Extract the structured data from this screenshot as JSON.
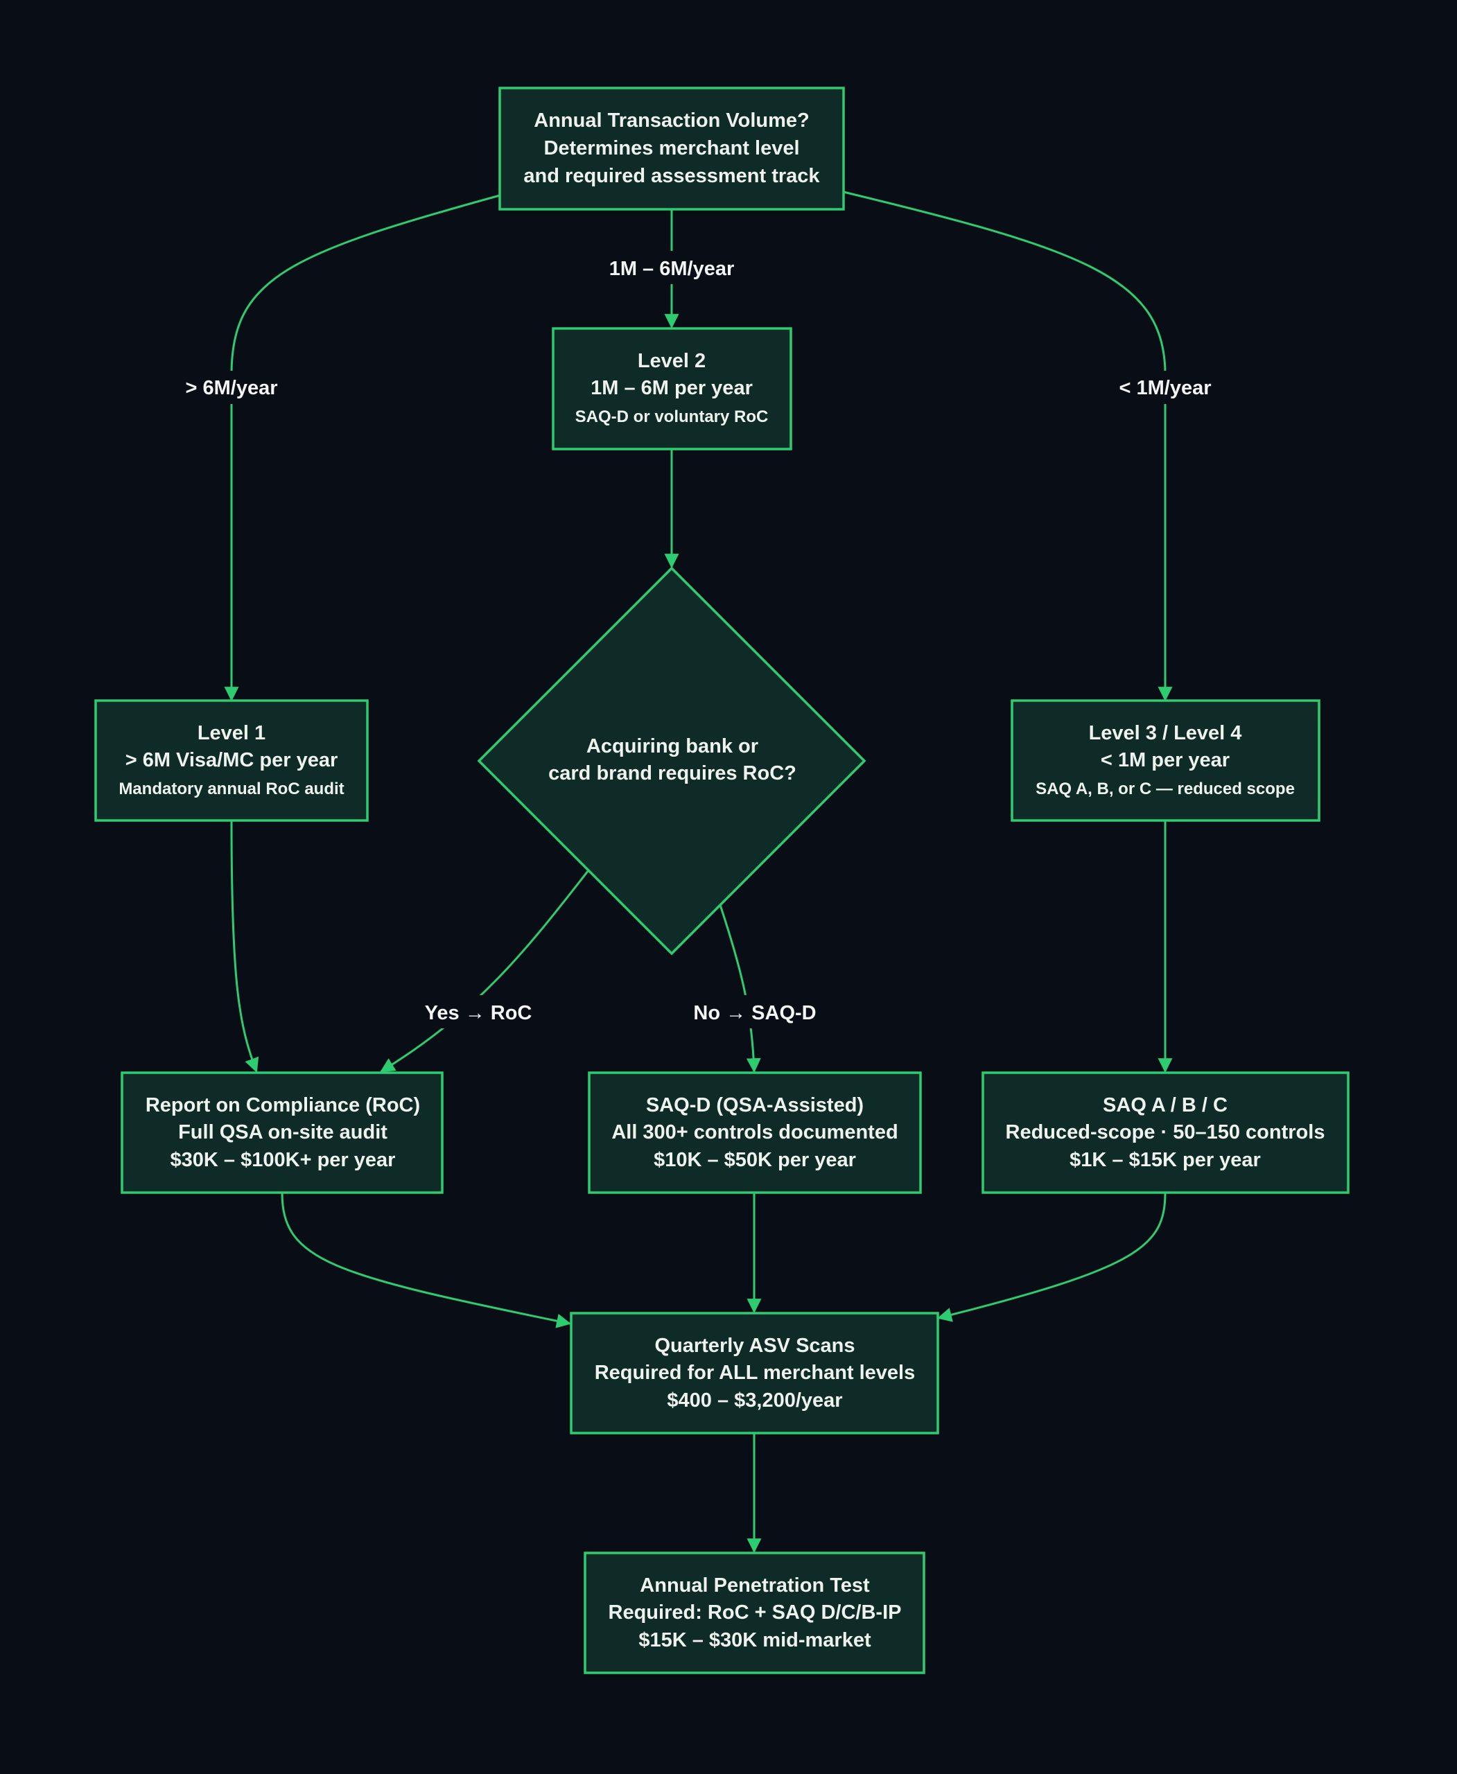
{
  "colors": {
    "background": "#090d16",
    "node_fill": "#0f2b27",
    "node_stroke": "#2ecc71",
    "edge": "#2ecc71",
    "text": "#eef3ef"
  },
  "nodes": {
    "volume": {
      "line1": "Annual Transaction Volume?",
      "line2": "Determines merchant level",
      "line3": "and required assessment track"
    },
    "level2": {
      "line1": "Level 2",
      "line2": "1M – 6M per year",
      "line3": "SAQ-D or voluntary RoC"
    },
    "level1": {
      "line1": "Level 1",
      "line2": "> 6M Visa/MC per year",
      "line3": "Mandatory annual RoC audit"
    },
    "decision": {
      "line1": "Acquiring bank or",
      "line2": "card brand requires RoC?"
    },
    "level34": {
      "line1": "Level 3 / Level 4",
      "line2": "< 1M per year",
      "line3": "SAQ A, B, or C — reduced scope"
    },
    "roc": {
      "line1": "Report on Compliance (RoC)",
      "line2": "Full QSA on-site audit",
      "line3": "$30K – $100K+ per year"
    },
    "saqd": {
      "line1": "SAQ-D (QSA-Assisted)",
      "line2": "All 300+ controls documented",
      "line3": "$10K – $50K per year"
    },
    "saqabc": {
      "line1": "SAQ A / B / C",
      "line2": "Reduced-scope · 50–150 controls",
      "line3": "$1K – $15K per year"
    },
    "asv": {
      "line1": "Quarterly ASV Scans",
      "line2": "Required for ALL merchant levels",
      "line3": "$400 – $3,200/year"
    },
    "pentest": {
      "line1": "Annual Penetration Test",
      "line2": "Required: RoC + SAQ D/C/B-IP",
      "line3": "$15K – $30K mid-market"
    }
  },
  "edge_labels": {
    "mid": "1M – 6M/year",
    "left": "> 6M/year",
    "right": "< 1M/year",
    "yes": "Yes → RoC",
    "no": "No → SAQ-D"
  }
}
